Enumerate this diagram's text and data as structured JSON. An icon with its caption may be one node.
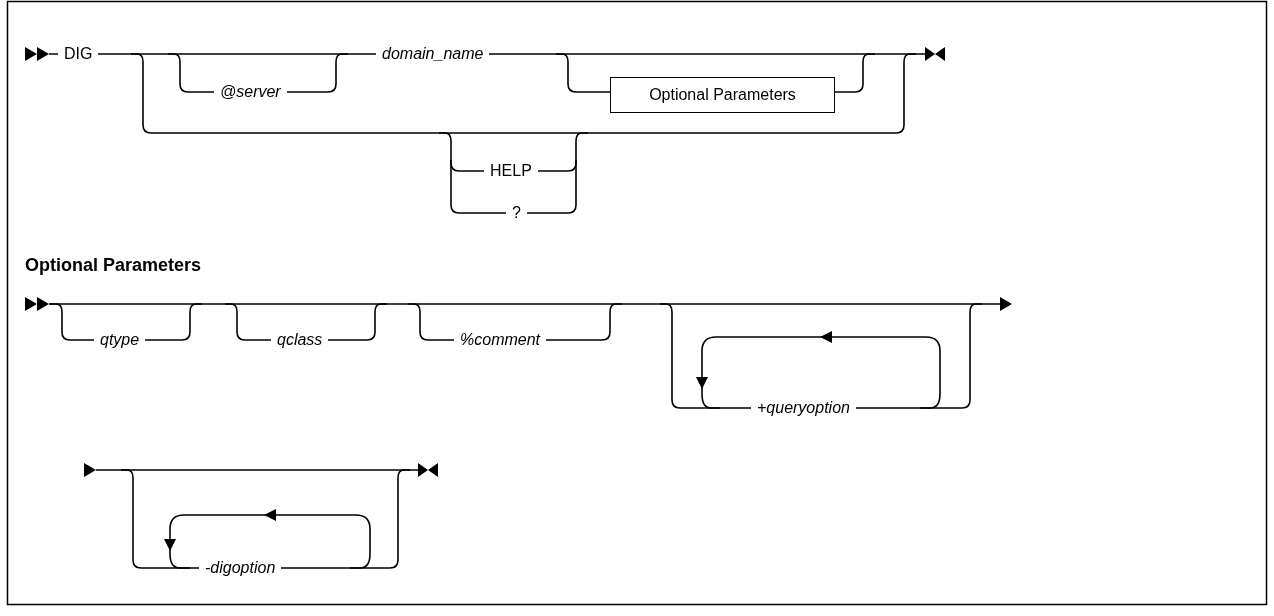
{
  "diagram": {
    "nodes": [
      {
        "text": [
          "Optional Parameters"
        ]
      }
    ],
    "labels": [
      "DIG",
      "@server",
      "domain_name",
      "HELP",
      "?",
      "Optional Parameters",
      "qtype",
      "qclass",
      "%*comment*",
      "+queryoption",
      "-digoption"
    ]
  }
}
